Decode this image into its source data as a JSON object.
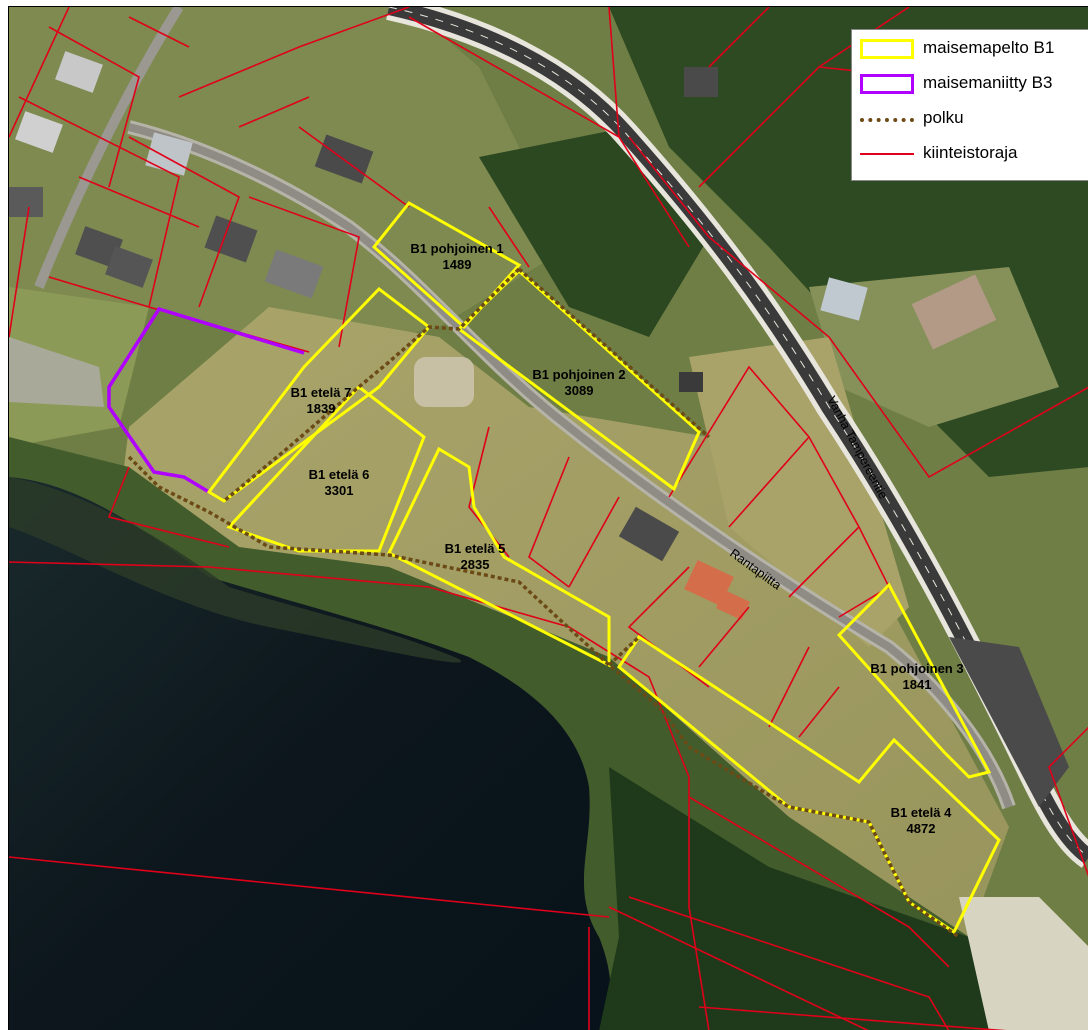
{
  "legend": {
    "items": [
      {
        "label": "maisemapelto B1",
        "symbol": "yellow-box",
        "color": "#ffff00"
      },
      {
        "label": "maisemaniitty B3",
        "symbol": "purple-box",
        "color": "#b000ff"
      },
      {
        "label": "polku",
        "symbol": "dotted-line",
        "color": "#6b4a16"
      },
      {
        "label": "kiinteistoraja",
        "symbol": "red-line",
        "color": "#e0001a"
      }
    ]
  },
  "parcels": [
    {
      "name": "B1 pohjoinen 1",
      "area": "1489"
    },
    {
      "name": "B1 pohjoinen 2",
      "area": "3089"
    },
    {
      "name": "B1 pohjoinen 3",
      "area": "1841"
    },
    {
      "name": "B1 etelä 4",
      "area": "4872"
    },
    {
      "name": "B1 etelä 5",
      "area": "2835"
    },
    {
      "name": "B1 etelä 6",
      "area": "3301"
    },
    {
      "name": "B1 etelä 7",
      "area": "1839"
    }
  ],
  "roads": {
    "main": "Vanha Tampereentie",
    "local": "Rantapiitta"
  },
  "colors": {
    "water": "#0d1a22",
    "forest": "#2f4a22",
    "meadow": "#a8a86a",
    "road": "#3a3a3a",
    "yellow": "#ffff00",
    "purple": "#b000ff",
    "red": "#e0001a",
    "path": "#6b4a16"
  }
}
